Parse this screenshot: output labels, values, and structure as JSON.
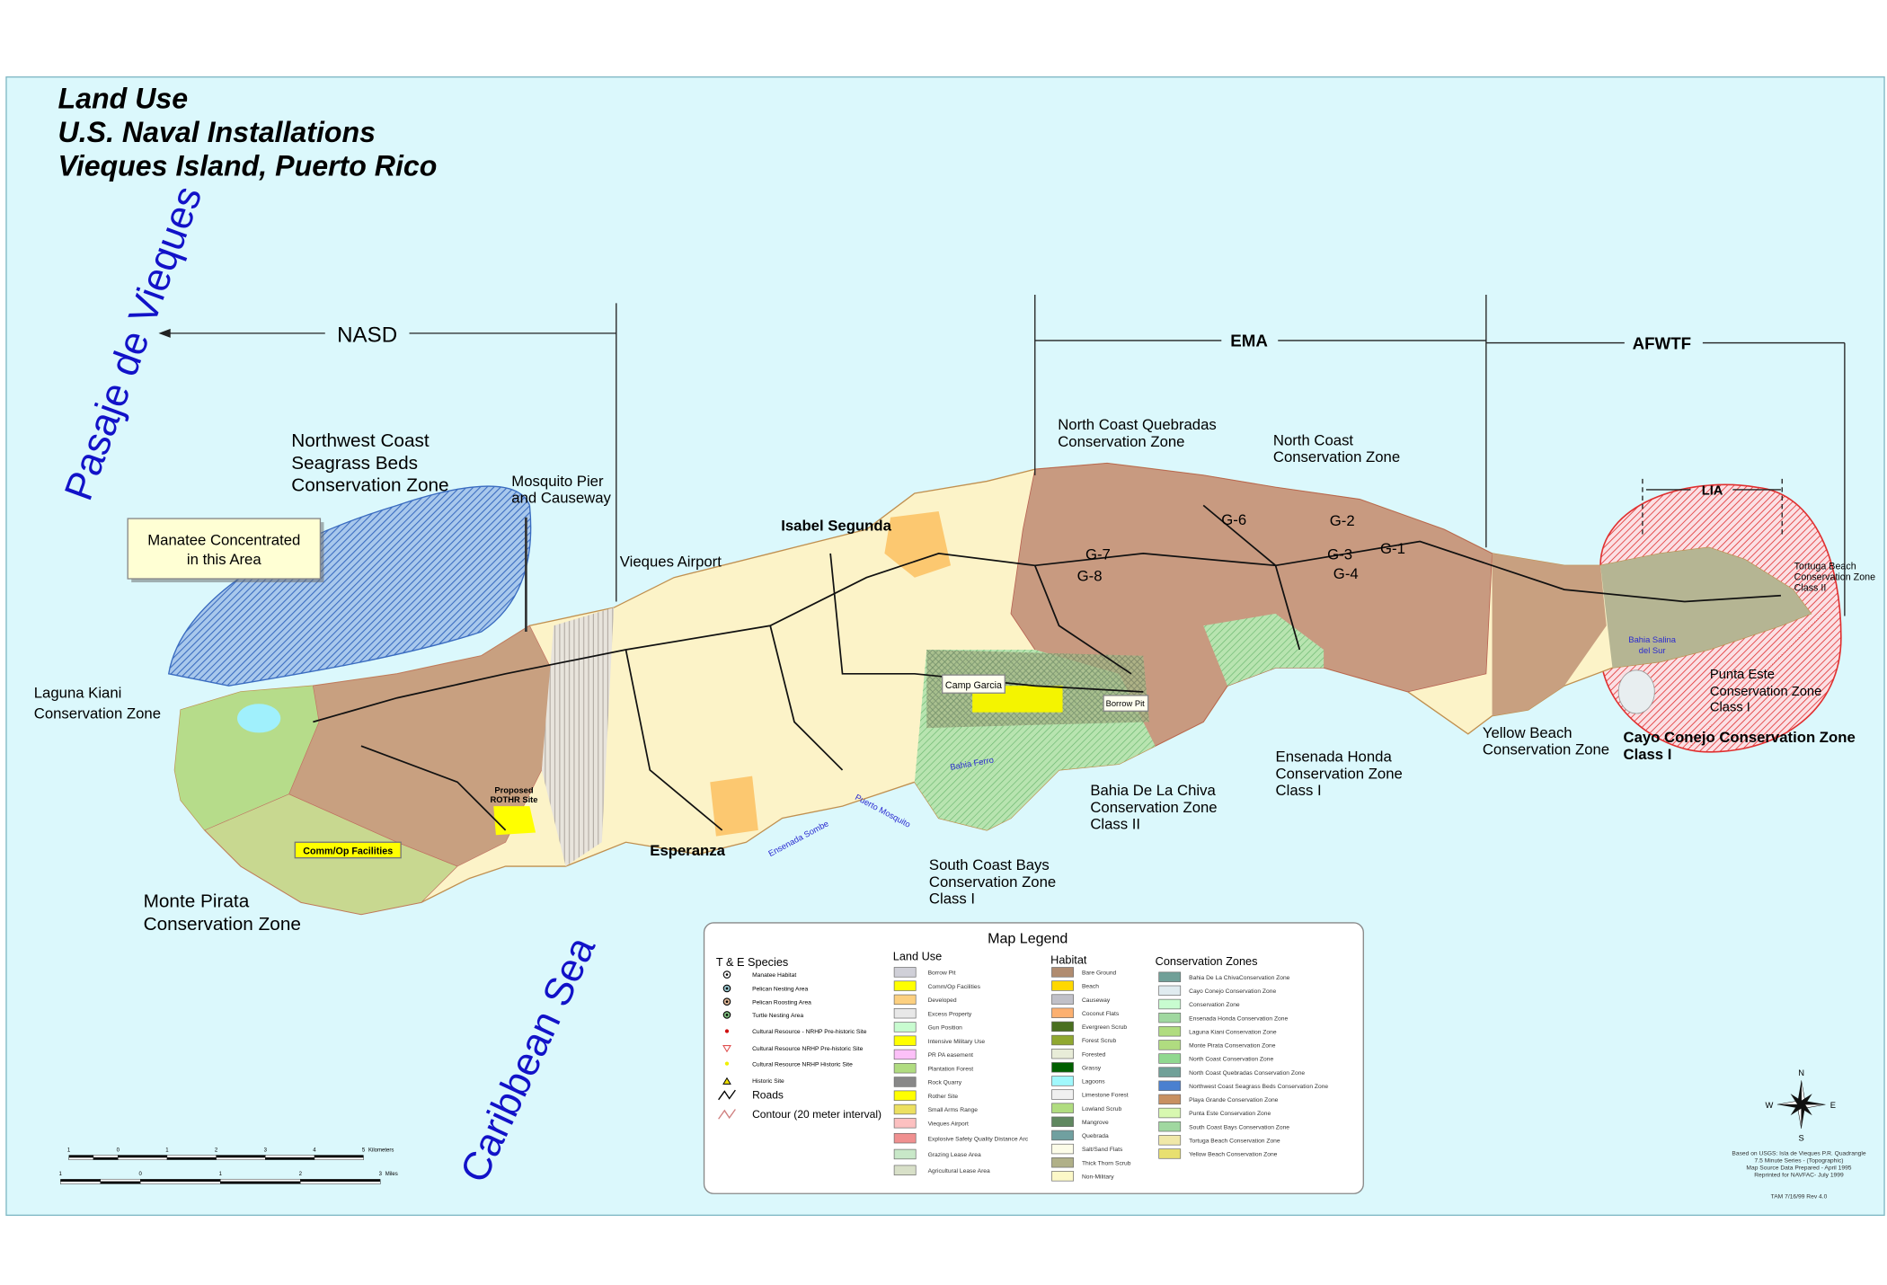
{
  "title": [
    "Land Use",
    "U.S. Naval Installations",
    "Vieques Island, Puerto Rico"
  ],
  "water_labels": {
    "north": "Pasaje de Vieques",
    "south": "Caribbean Sea"
  },
  "colors": {
    "sea": "#dbf8fc",
    "island_base": "#fcf3c8",
    "frame": "#7fb8c4",
    "hatch_red": "#e03030",
    "seagrass": "#4a7fc0",
    "water_label": "#1212c8"
  },
  "divisions": {
    "nasd": "NASD",
    "ema": "EMA",
    "afwtf": "AFWTF",
    "lia": "LIA"
  },
  "zones": {
    "nw_seagrass": [
      "Northwest Coast",
      "Seagrass Beds",
      "Conservation Zone"
    ],
    "mosquito_pier": [
      "Mosquito Pier",
      "and Causeway"
    ],
    "manatee_box": [
      "Manatee Concentrated",
      "in this Area"
    ],
    "vieques_airport": "Vieques Airport",
    "isabel_segunda": "Isabel Segunda",
    "north_coast_quebradas": [
      "North Coast Quebradas",
      "Conservation Zone"
    ],
    "north_coast": [
      "North Coast",
      "Conservation Zone"
    ],
    "laguna_kiani": [
      "Laguna Kiani",
      "Conservation Zone"
    ],
    "rothr": [
      "Proposed",
      "ROTHR Site"
    ],
    "comm_op": "Comm/Op Facilities",
    "monte_pirata": [
      "Monte Pirata",
      "Conservation Zone"
    ],
    "esperanza": "Esperanza",
    "camp_garcia": "Camp Garcia",
    "borrow_pit": "Borrow Pit",
    "bahia_ferro": "Bahia Ferro",
    "puerto_mosquito": "Puerto Mosquito",
    "ensenada_sombe": "Ensenada Sombe",
    "south_coast_bays": [
      "South Coast Bays",
      "Conservation Zone",
      "Class I"
    ],
    "bahia_chiva": [
      "Bahia De La  Chiva",
      "Conservation  Zone",
      "Class II"
    ],
    "ensenada_honda": [
      "Ensenada Honda",
      "Conservation Zone",
      "Class I"
    ],
    "yellow_beach": [
      "Yellow Beach",
      "Conservation Zone"
    ],
    "cayo_conejo": [
      "Cayo Conejo Conservation Zone",
      "Class I"
    ],
    "punta_este": [
      "Punta Este",
      "Conservation Zone",
      "Class I"
    ],
    "tortuga_beach": [
      "Tortuga Beach",
      "Conservation Zone",
      "Class II"
    ],
    "bahia_salina": [
      "Bahia Salina",
      "del Sur"
    ],
    "targets": [
      "G-7",
      "G-8",
      "G-6",
      "G-2",
      "G-3",
      "G-4",
      "G-1"
    ]
  },
  "legend": {
    "title": "Map Legend",
    "tne": {
      "heading": "T & E Species",
      "items": [
        {
          "label": "Manatee Habitat",
          "symbol": "circle-dot",
          "color": "#ffffff"
        },
        {
          "label": "Pelican Nesting Area",
          "symbol": "circle-dot",
          "color": "#9cc8d0"
        },
        {
          "label": "Pelican Roosting Area",
          "symbol": "circle-dot",
          "color": "#e0b898"
        },
        {
          "label": "Turtle Nesting Area",
          "symbol": "circle-dot",
          "color": "#80c080"
        },
        {
          "label": "Cultural Resource - NRHP Pre-historic Site",
          "symbol": "dot",
          "color": "#d01010"
        },
        {
          "label": "Cultural Resource NRHP Pre-historic Site",
          "symbol": "triangle-down",
          "color": "#e05050"
        },
        {
          "label": "Cultural Resource NRHP Historic Site",
          "symbol": "dot",
          "color": "#f0f000"
        },
        {
          "label": "Historic Site",
          "symbol": "triangle",
          "color": "#f0e000"
        },
        {
          "label": "Roads",
          "symbol": "line",
          "color": "#000000"
        },
        {
          "label": "Contour (20 meter interval)",
          "symbol": "line",
          "color": "#d08080"
        }
      ]
    },
    "land_use": {
      "heading": "Land Use",
      "items": [
        {
          "label": "Borrow Pit",
          "color": "#d0d0d8"
        },
        {
          "label": "Comm/Op Facilities",
          "color": "#ffff00"
        },
        {
          "label": "Developed",
          "color": "#fcd080"
        },
        {
          "label": "Excess Property",
          "color": "#e8e8e8"
        },
        {
          "label": "Gun Position",
          "color": "#c8fcd0"
        },
        {
          "label": "Intensive Military Use",
          "color": "#ffff00"
        },
        {
          "label": "PR PA easement",
          "color": "#fcc0f8"
        },
        {
          "label": "Plantation Forest",
          "color": "#b0dc80"
        },
        {
          "label": "Rock Quarry",
          "color": "#888888"
        },
        {
          "label": "Rother Site",
          "color": "#ffff00"
        },
        {
          "label": "Small Arms Range",
          "color": "#ece060"
        },
        {
          "label": "Vieques Airport",
          "color": "#fcc0c0"
        },
        {
          "label": "Explosive Safety Quality Distance Arc",
          "color": "#f09090"
        },
        {
          "label": "Grazing Lease Area",
          "color": "#c8e8c8"
        },
        {
          "label": "Agricultural Lease Area",
          "color": "#d8e0c8"
        }
      ]
    },
    "habitat": {
      "heading": "Habitat",
      "items": [
        {
          "label": "Bare Ground",
          "color": "#b08c70"
        },
        {
          "label": "Beach",
          "color": "#ffd800"
        },
        {
          "label": "Causeway",
          "color": "#c0c0c8"
        },
        {
          "label": "Coconut Flats",
          "color": "#fcb070"
        },
        {
          "label": "Evergreen Scrub",
          "color": "#4a7020"
        },
        {
          "label": "Forest Scrub",
          "color": "#90a830"
        },
        {
          "label": "Forested",
          "color": "#e8ecd8"
        },
        {
          "label": "Grassy",
          "color": "#006000"
        },
        {
          "label": "Lagoons",
          "color": "#a0f8fc"
        },
        {
          "label": "Limestone Forest",
          "color": "#f0f0f0"
        },
        {
          "label": "Lowland Scrub",
          "color": "#b0dc80"
        },
        {
          "label": "Mangrove",
          "color": "#608860"
        },
        {
          "label": "Quebrada",
          "color": "#70a0a0"
        },
        {
          "label": "Salt/Sand Flats",
          "color": "#fcfce8"
        },
        {
          "label": "Thick Thorn Scrub",
          "color": "#b0b088"
        },
        {
          "label": "Non-Military",
          "color": "#fcf8c8"
        }
      ]
    },
    "conservation": {
      "heading": "Conservation Zones",
      "items": [
        {
          "label": "Bahia De La  ChivaConservation  Zone",
          "color": "#70a098"
        },
        {
          "label": "Cayo Conejo Conservation Zone",
          "color": "#e0ecf0"
        },
        {
          "label": "Conservation Zone",
          "color": "#c8fcd0"
        },
        {
          "label": "Ensenada Honda Conservation Zone",
          "color": "#a0d8a0"
        },
        {
          "label": "Laguna Kiani Conservation Zone",
          "color": "#b0dc80"
        },
        {
          "label": "Monte Pirata Conservation Zone",
          "color": "#b0dc80"
        },
        {
          "label": "North Coast Conservation Zone",
          "color": "#90d890"
        },
        {
          "label": "North Coast Quebradas Conservation Zone",
          "color": "#70a098"
        },
        {
          "label": "Northwest Coast Seagrass Beds Conservation Zone",
          "color": "#4a80d0"
        },
        {
          "label": "Playa Grande Conservation Zone",
          "color": "#c89060"
        },
        {
          "label": "Punta Este Conservation Zone",
          "color": "#d8f8b0"
        },
        {
          "label": "South Coast Bays Conservation Zone",
          "color": "#a0d8a0"
        },
        {
          "label": "Tortuga Beach Conservation Zone",
          "color": "#f0e8a8"
        },
        {
          "label": "Yellow Beach Conservation Zone",
          "color": "#e8e070"
        }
      ]
    }
  },
  "scale": {
    "km_ticks": [
      "1",
      "0",
      "1",
      "2",
      "3",
      "4",
      "5"
    ],
    "km_unit": "Kilometers",
    "mi_ticks": [
      "1",
      "0",
      "1",
      "2",
      "3"
    ],
    "mi_unit": "Miles"
  },
  "compass": {
    "n": "N",
    "s": "S",
    "e": "E",
    "w": "W"
  },
  "credits": [
    "Based on USGS: Isla de Vieques P.R. Quadrangle",
    "7.5 Minute Series - (Topographic)",
    "Map Source Data Prepared - April 1995",
    "Reprinted for NAVFAC- July 1999"
  ],
  "revision": "TAM 7/16/99 Rev 4.0"
}
